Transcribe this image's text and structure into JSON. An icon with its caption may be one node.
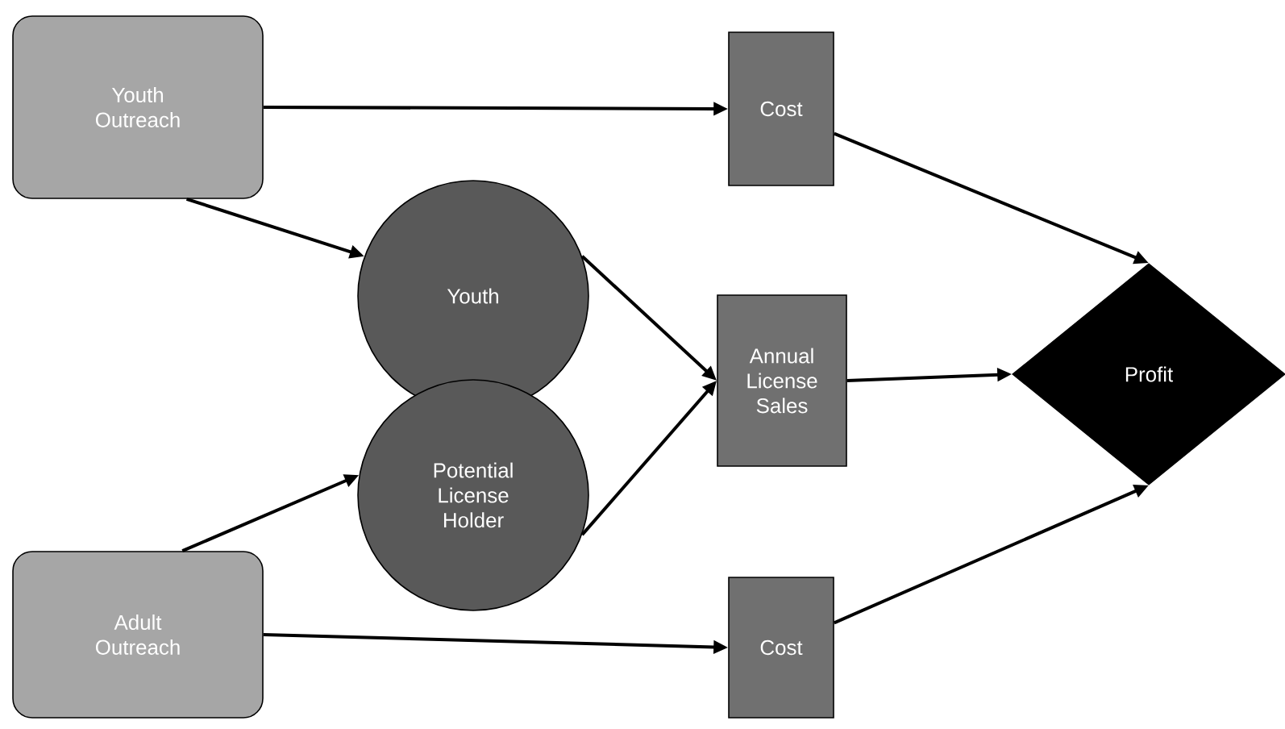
{
  "diagram": {
    "nodes": [
      {
        "text": [
          "Youth Outreach"
        ]
      },
      {
        "text": [
          "Cost"
        ]
      },
      {
        "text": [
          "Youth"
        ]
      },
      {
        "text": [
          "Annual License Sales"
        ]
      },
      {
        "text": [
          "Profit"
        ]
      },
      {
        "text": [
          "Potential License Holder"
        ]
      },
      {
        "text": [
          "Adult Outreach"
        ]
      },
      {
        "text": [
          "Cost"
        ]
      }
    ],
    "edges": [
      {
        "from": 0,
        "to": 1,
        "arrow": "to"
      },
      {
        "from": 0,
        "to": 2,
        "arrow": "to"
      },
      {
        "from": 1,
        "to": 4,
        "arrow": "to"
      },
      {
        "from": 2,
        "to": 3,
        "arrow": "to"
      },
      {
        "from": 5,
        "to": 3,
        "arrow": "to"
      },
      {
        "from": 3,
        "to": 4,
        "arrow": "to"
      },
      {
        "from": 6,
        "to": 5,
        "arrow": "to"
      },
      {
        "from": 6,
        "to": 7,
        "arrow": "to"
      },
      {
        "from": 7,
        "to": 4,
        "arrow": "to"
      }
    ]
  }
}
